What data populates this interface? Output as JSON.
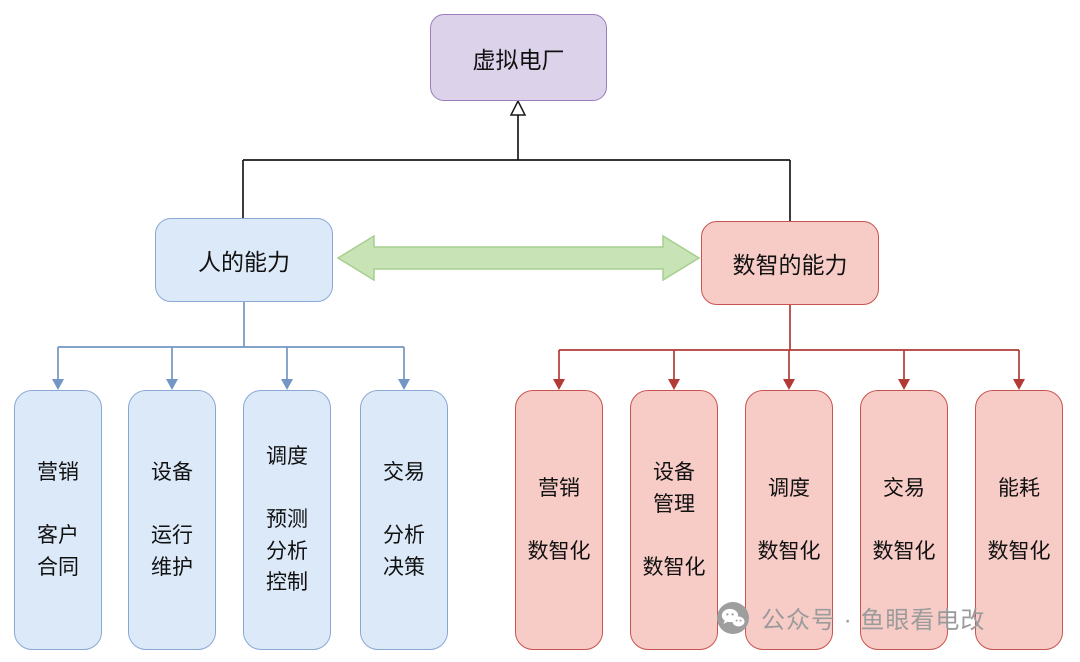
{
  "root": {
    "label": "虚拟电厂"
  },
  "left": {
    "label": "人的能力",
    "children": [
      {
        "text": "营销\n\n客户\n合同"
      },
      {
        "text": "设备\n\n运行\n维护"
      },
      {
        "text": "调度\n\n预测\n分析\n控制"
      },
      {
        "text": "交易\n\n分析\n决策"
      }
    ]
  },
  "right": {
    "label": "数智的能力",
    "children": [
      {
        "text": "营销\n\n数智化"
      },
      {
        "text": "设备\n管理\n\n数智化"
      },
      {
        "text": "调度\n\n数智化"
      },
      {
        "text": "交易\n\n数智化"
      },
      {
        "text": "能耗\n\n数智化"
      }
    ]
  },
  "watermark": {
    "icon": "wechat-icon",
    "text": "公众号 · 鱼眼看电改"
  },
  "colors": {
    "root_fill": "#DCD2EA",
    "root_border": "#9B7EBD",
    "left_fill": "#DCE9F9",
    "left_border": "#89A9D4",
    "right_fill": "#F7CCC7",
    "right_border": "#C9534F",
    "arrow_fill": "#C8E4B6",
    "arrow_border": "#A6CF8E",
    "tree_line": "#1a1a1a",
    "left_line": "#7396C4",
    "right_line": "#B23B36",
    "watermark": "#9B9B9B"
  }
}
